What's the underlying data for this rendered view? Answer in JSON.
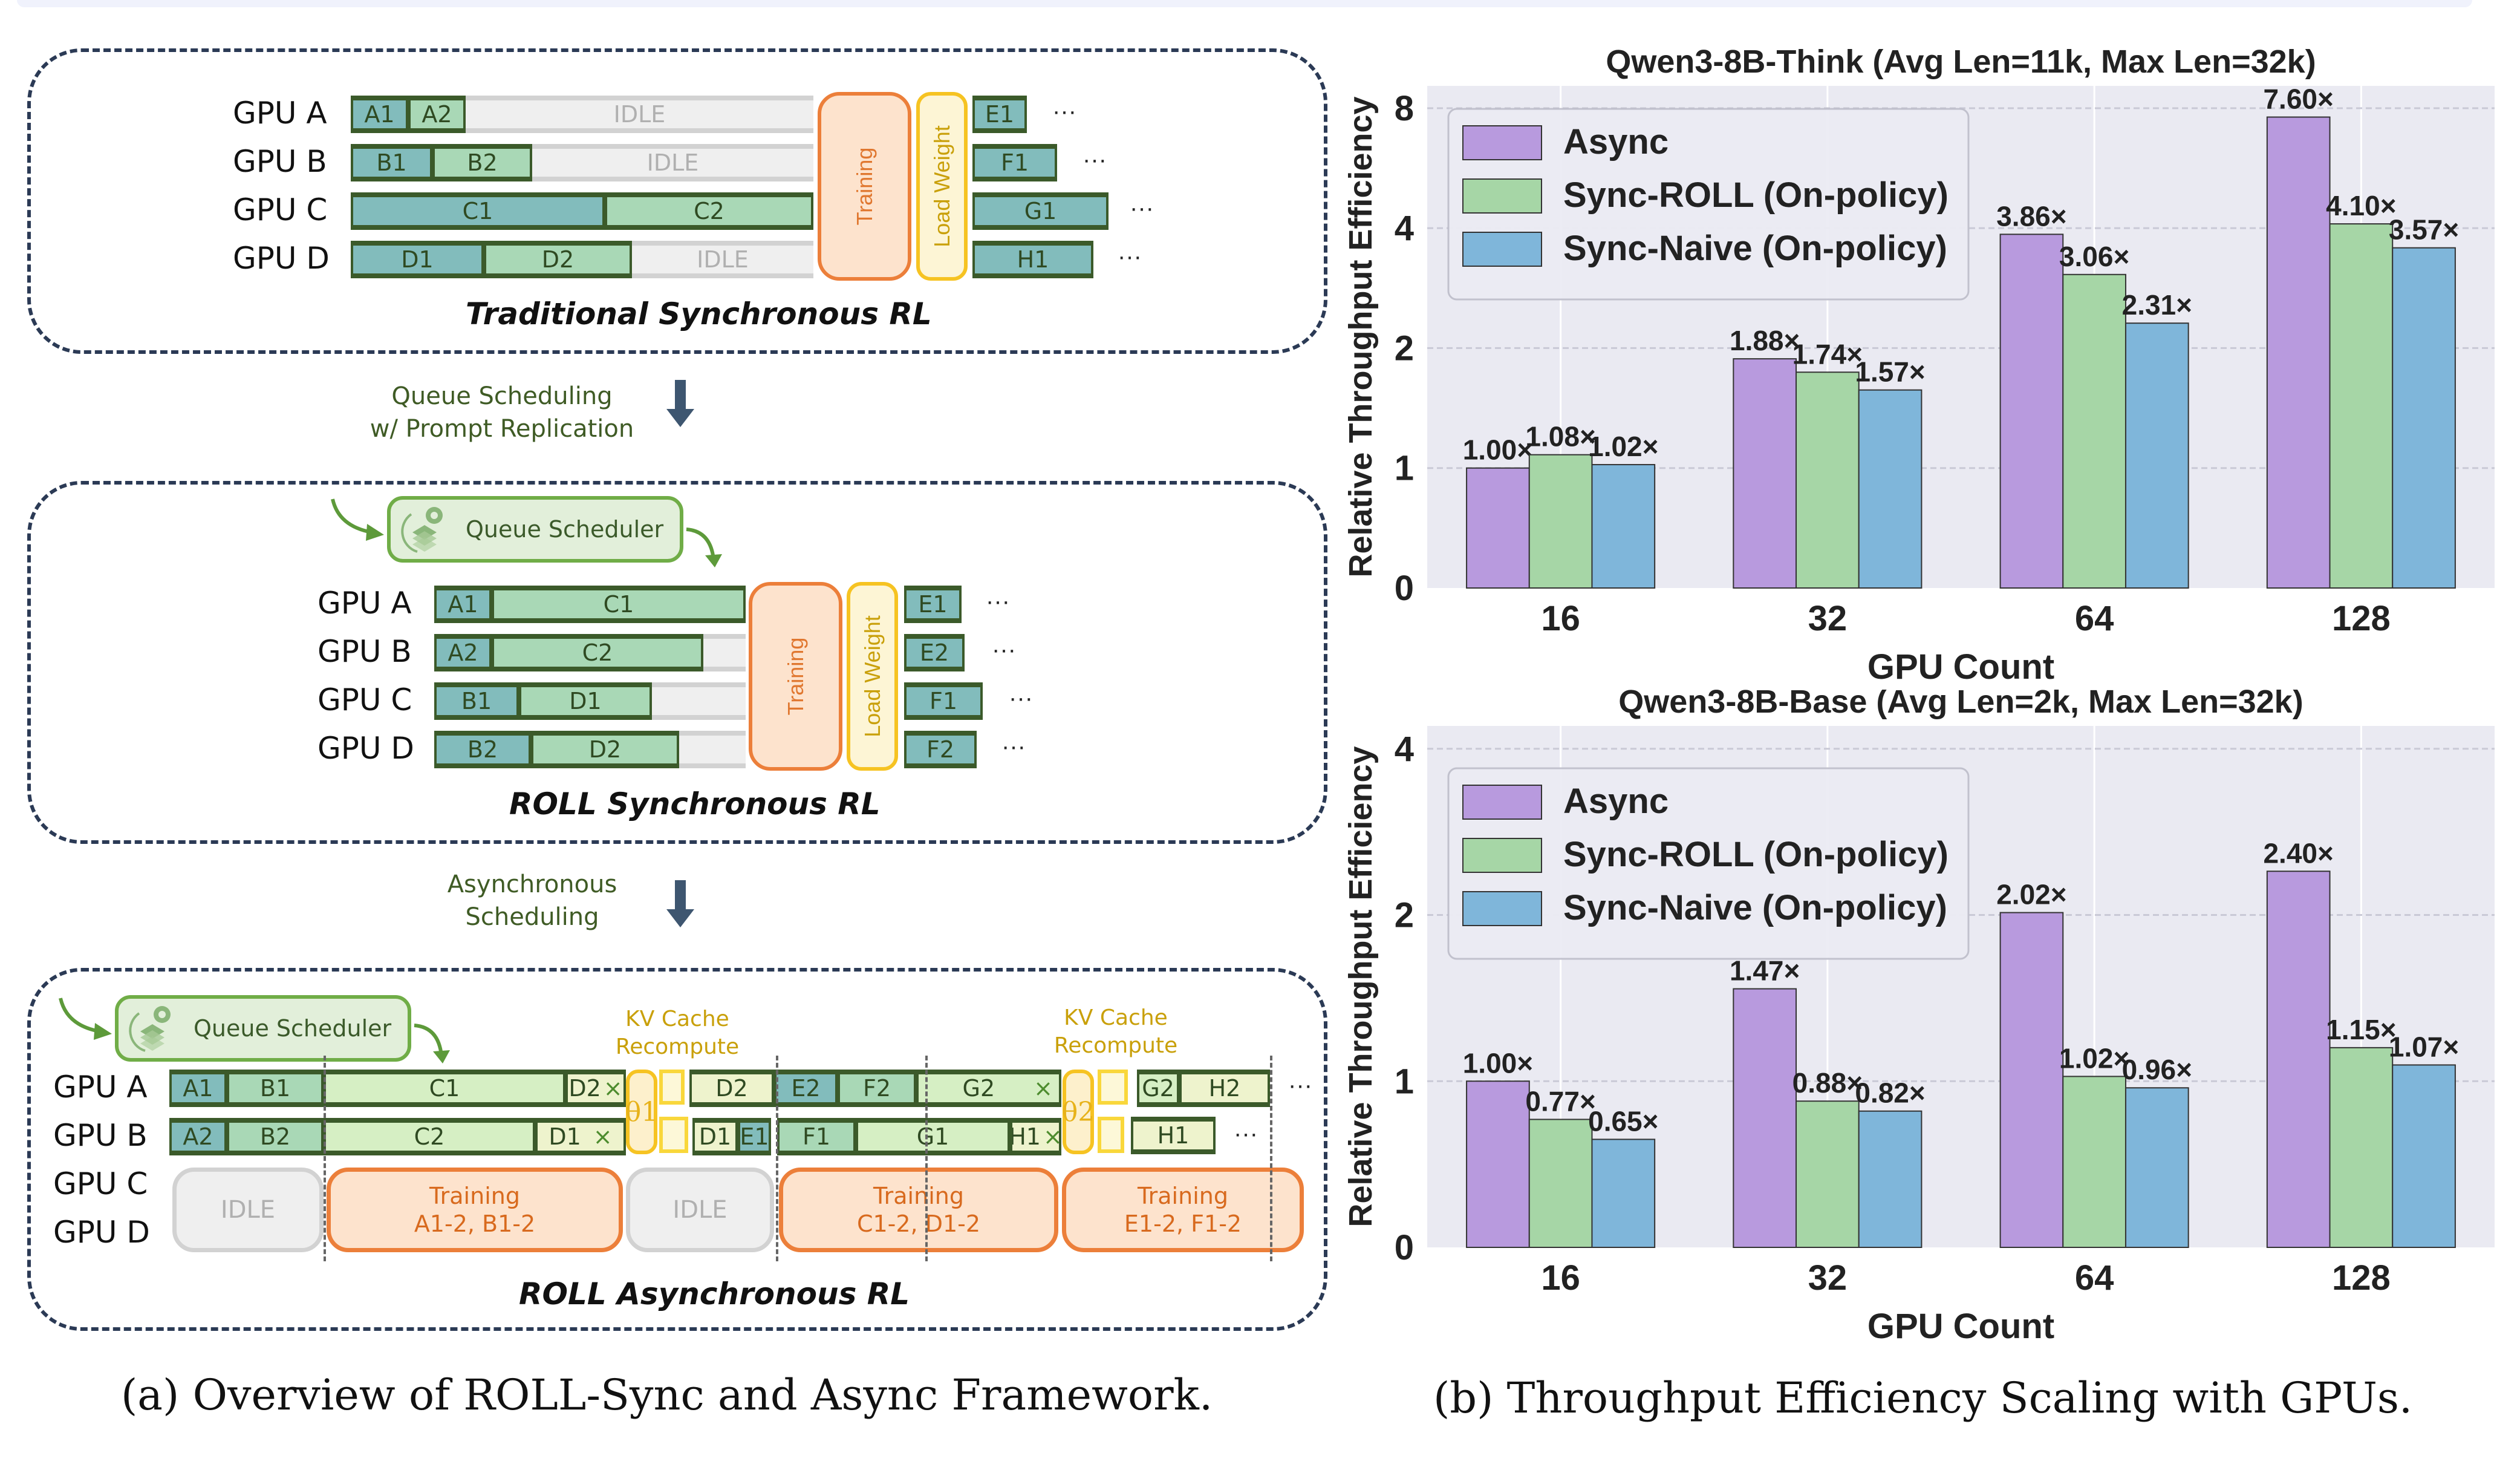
{
  "left_panel": {
    "traditional": {
      "title": "Traditional Synchronous RL",
      "rows": [
        {
          "gpu": "GPU A",
          "blocks": [
            "A1",
            "A2"
          ],
          "idle": "IDLE",
          "next": "E1"
        },
        {
          "gpu": "GPU B",
          "blocks": [
            "B1",
            "B2"
          ],
          "idle": "IDLE",
          "next": "F1"
        },
        {
          "gpu": "GPU C",
          "blocks": [
            "C1",
            "C2"
          ],
          "idle": "",
          "next": "G1"
        },
        {
          "gpu": "GPU D",
          "blocks": [
            "D1",
            "D2"
          ],
          "idle": "IDLE",
          "next": "H1"
        }
      ],
      "training_label": "Training",
      "load_weight_label": "Load Weight",
      "ellipsis": "···"
    },
    "arrow1_label": [
      "Queue Scheduling",
      "w/ Prompt Replication"
    ],
    "roll_sync": {
      "title": "ROLL Synchronous RL",
      "scheduler_label": "Queue Scheduler",
      "rows": [
        {
          "gpu": "GPU A",
          "blocks": [
            "A1",
            "C1"
          ],
          "next": "E1"
        },
        {
          "gpu": "GPU B",
          "blocks": [
            "A2",
            "C2"
          ],
          "next": "E2"
        },
        {
          "gpu": "GPU C",
          "blocks": [
            "B1",
            "D1"
          ],
          "next": "F1"
        },
        {
          "gpu": "GPU D",
          "blocks": [
            "B2",
            "D2"
          ],
          "next": "F2"
        }
      ],
      "training_label": "Training",
      "load_weight_label": "Load Weight",
      "ellipsis": "···"
    },
    "arrow2_label": [
      "Asynchronous",
      "Scheduling"
    ],
    "roll_async": {
      "title": "ROLL Asynchronous RL",
      "scheduler_label": "Queue Scheduler",
      "gpu_labels": [
        "GPU A",
        "GPU B",
        "GPU C",
        "GPU D"
      ],
      "kv_cache_label": [
        "KV Cache",
        "Recompute"
      ],
      "theta1": "θ1",
      "theta2": "θ2",
      "row_a": [
        "A1",
        "B1",
        "C1",
        "D2",
        "D2",
        "E2",
        "F2",
        "G2",
        "G2",
        "H2"
      ],
      "row_b": [
        "A2",
        "B2",
        "C2",
        "D1",
        "D1",
        "E1",
        "F1",
        "G1",
        "H1",
        "H1"
      ],
      "abort_mark": "×",
      "idle_label": "IDLE",
      "training_blocks": [
        [
          "Training",
          "A1-2, B1-2"
        ],
        [
          "Training",
          "C1-2, D1-2"
        ],
        [
          "Training",
          "E1-2, F1-2"
        ]
      ],
      "ellipsis": "···"
    },
    "caption": "(a) Overview of ROLL-Sync and Async Framework."
  },
  "right_panel": {
    "caption": "(b) Throughput Efficiency Scaling with GPUs."
  },
  "colors": {
    "async": "#b89ade",
    "sync_roll": "#a6d6a6",
    "sync_naive": "#7fb6da",
    "plot_bg": "#eaeaf2"
  },
  "chart_data": [
    {
      "type": "bar",
      "title": "Qwen3-8B-Think (Avg Len=11k, Max Len=32k)",
      "xlabel": "GPU Count",
      "ylabel": "Relative Throughput Efficiency",
      "categories": [
        "16",
        "32",
        "64",
        "128"
      ],
      "yscale": "symlog base 2 (linear below 1)",
      "yticks": [
        0,
        1,
        2,
        4,
        8
      ],
      "ytick_labels": [
        "0",
        "1",
        "2",
        "4",
        "8"
      ],
      "ylim": [
        0,
        9
      ],
      "grid": true,
      "legend_position": "upper-left",
      "series": [
        {
          "name": "Async",
          "values": [
            1.0,
            1.88,
            3.86,
            7.6
          ],
          "labels": [
            "1.00×",
            "1.88×",
            "3.86×",
            "7.60×"
          ]
        },
        {
          "name": "Sync-ROLL (On-policy)",
          "values": [
            1.08,
            1.74,
            3.06,
            4.1
          ],
          "labels": [
            "1.08×",
            "1.74×",
            "3.06×",
            "4.10×"
          ]
        },
        {
          "name": "Sync-Naive (On-policy)",
          "values": [
            1.02,
            1.57,
            2.31,
            3.57
          ],
          "labels": [
            "1.02×",
            "1.57×",
            "2.31×",
            "3.57×"
          ]
        }
      ]
    },
    {
      "type": "bar",
      "title": "Qwen3-8B-Base (Avg Len=2k, Max Len=32k)",
      "xlabel": "GPU Count",
      "ylabel": "Relative Throughput Efficiency",
      "categories": [
        "16",
        "32",
        "64",
        "128"
      ],
      "yscale": "symlog base 2 (linear below 1)",
      "yticks": [
        0,
        1,
        2,
        4
      ],
      "ytick_labels": [
        "0",
        "1",
        "2",
        "4"
      ],
      "ylim": [
        0,
        4.4
      ],
      "grid": true,
      "legend_position": "upper-left",
      "series": [
        {
          "name": "Async",
          "values": [
            1.0,
            1.47,
            2.02,
            2.4
          ],
          "labels": [
            "1.00×",
            "1.47×",
            "2.02×",
            "2.40×"
          ]
        },
        {
          "name": "Sync-ROLL (On-policy)",
          "values": [
            0.77,
            0.88,
            1.02,
            1.15
          ],
          "labels": [
            "0.77×",
            "0.88×",
            "1.02×",
            "1.15×"
          ]
        },
        {
          "name": "Sync-Naive (On-policy)",
          "values": [
            0.65,
            0.82,
            0.96,
            1.07
          ],
          "labels": [
            "0.65×",
            "0.82×",
            "0.96×",
            "1.07×"
          ]
        }
      ]
    }
  ]
}
